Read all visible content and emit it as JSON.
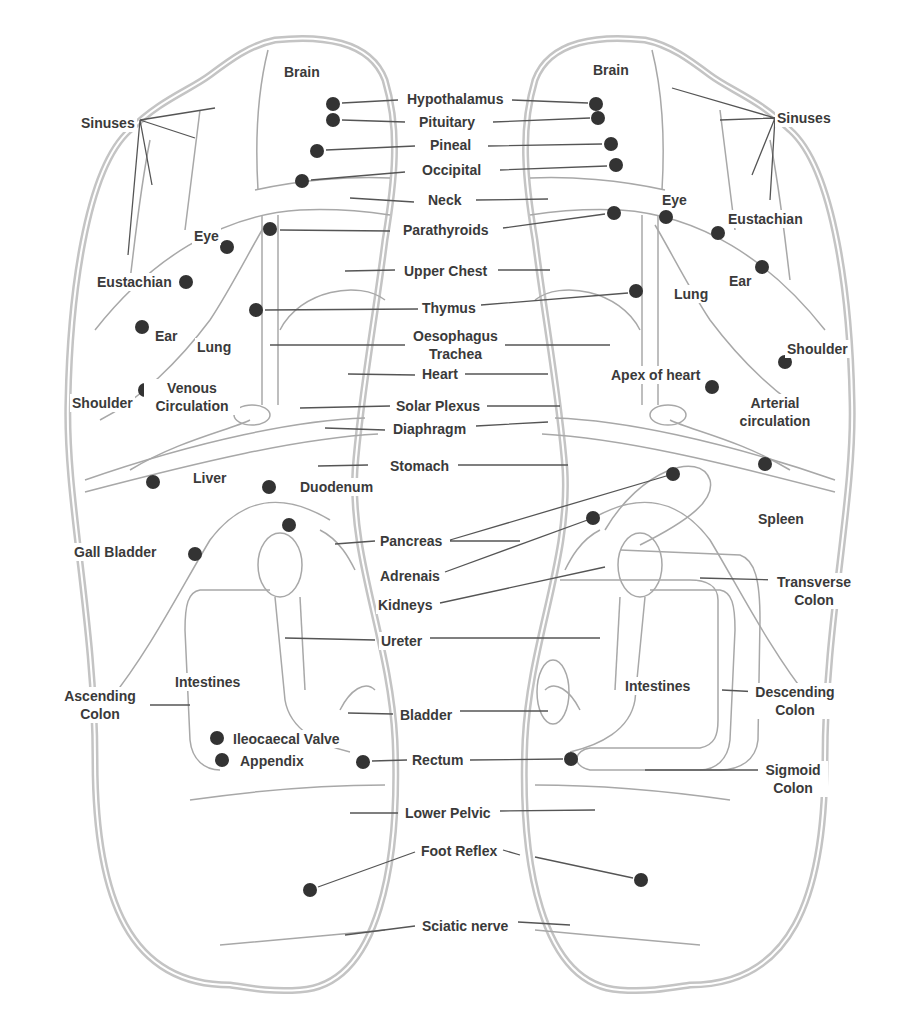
{
  "diagram": {
    "labels": [
      "Brain",
      "Brain",
      "Hypothalamus",
      "Pituitary",
      "Sinuses",
      "Sinuses",
      "Pineal",
      "Occipital",
      "Neck",
      "Eye",
      "Eustachian",
      "Parathyroids",
      "Eye",
      "Upper Chest",
      "Eustachian",
      "Ear",
      "Lung",
      "Thymus",
      "Ear",
      "Oesophagus Trachea",
      "Lung",
      "Shoulder",
      "Heart",
      "Apex of heart",
      "Venous Circulation",
      "Shoulder",
      "Arterial circulation",
      "Solar Plexus",
      "Diaphragm",
      "Stomach",
      "Liver",
      "Duodenum",
      "Spleen",
      "Pancreas",
      "Gall Bladder",
      "Adrenais",
      "Transverse Colon",
      "Kidneys",
      "Ureter",
      "Intestines",
      "Intestines",
      "Ascending Colon",
      "Descending Colon",
      "Bladder",
      "Ileocaecal Valve",
      "Rectum",
      "Appendix",
      "Sigmoid Colon",
      "Lower Pelvic",
      "Foot Reflex",
      "Sciatic nerve"
    ]
  }
}
